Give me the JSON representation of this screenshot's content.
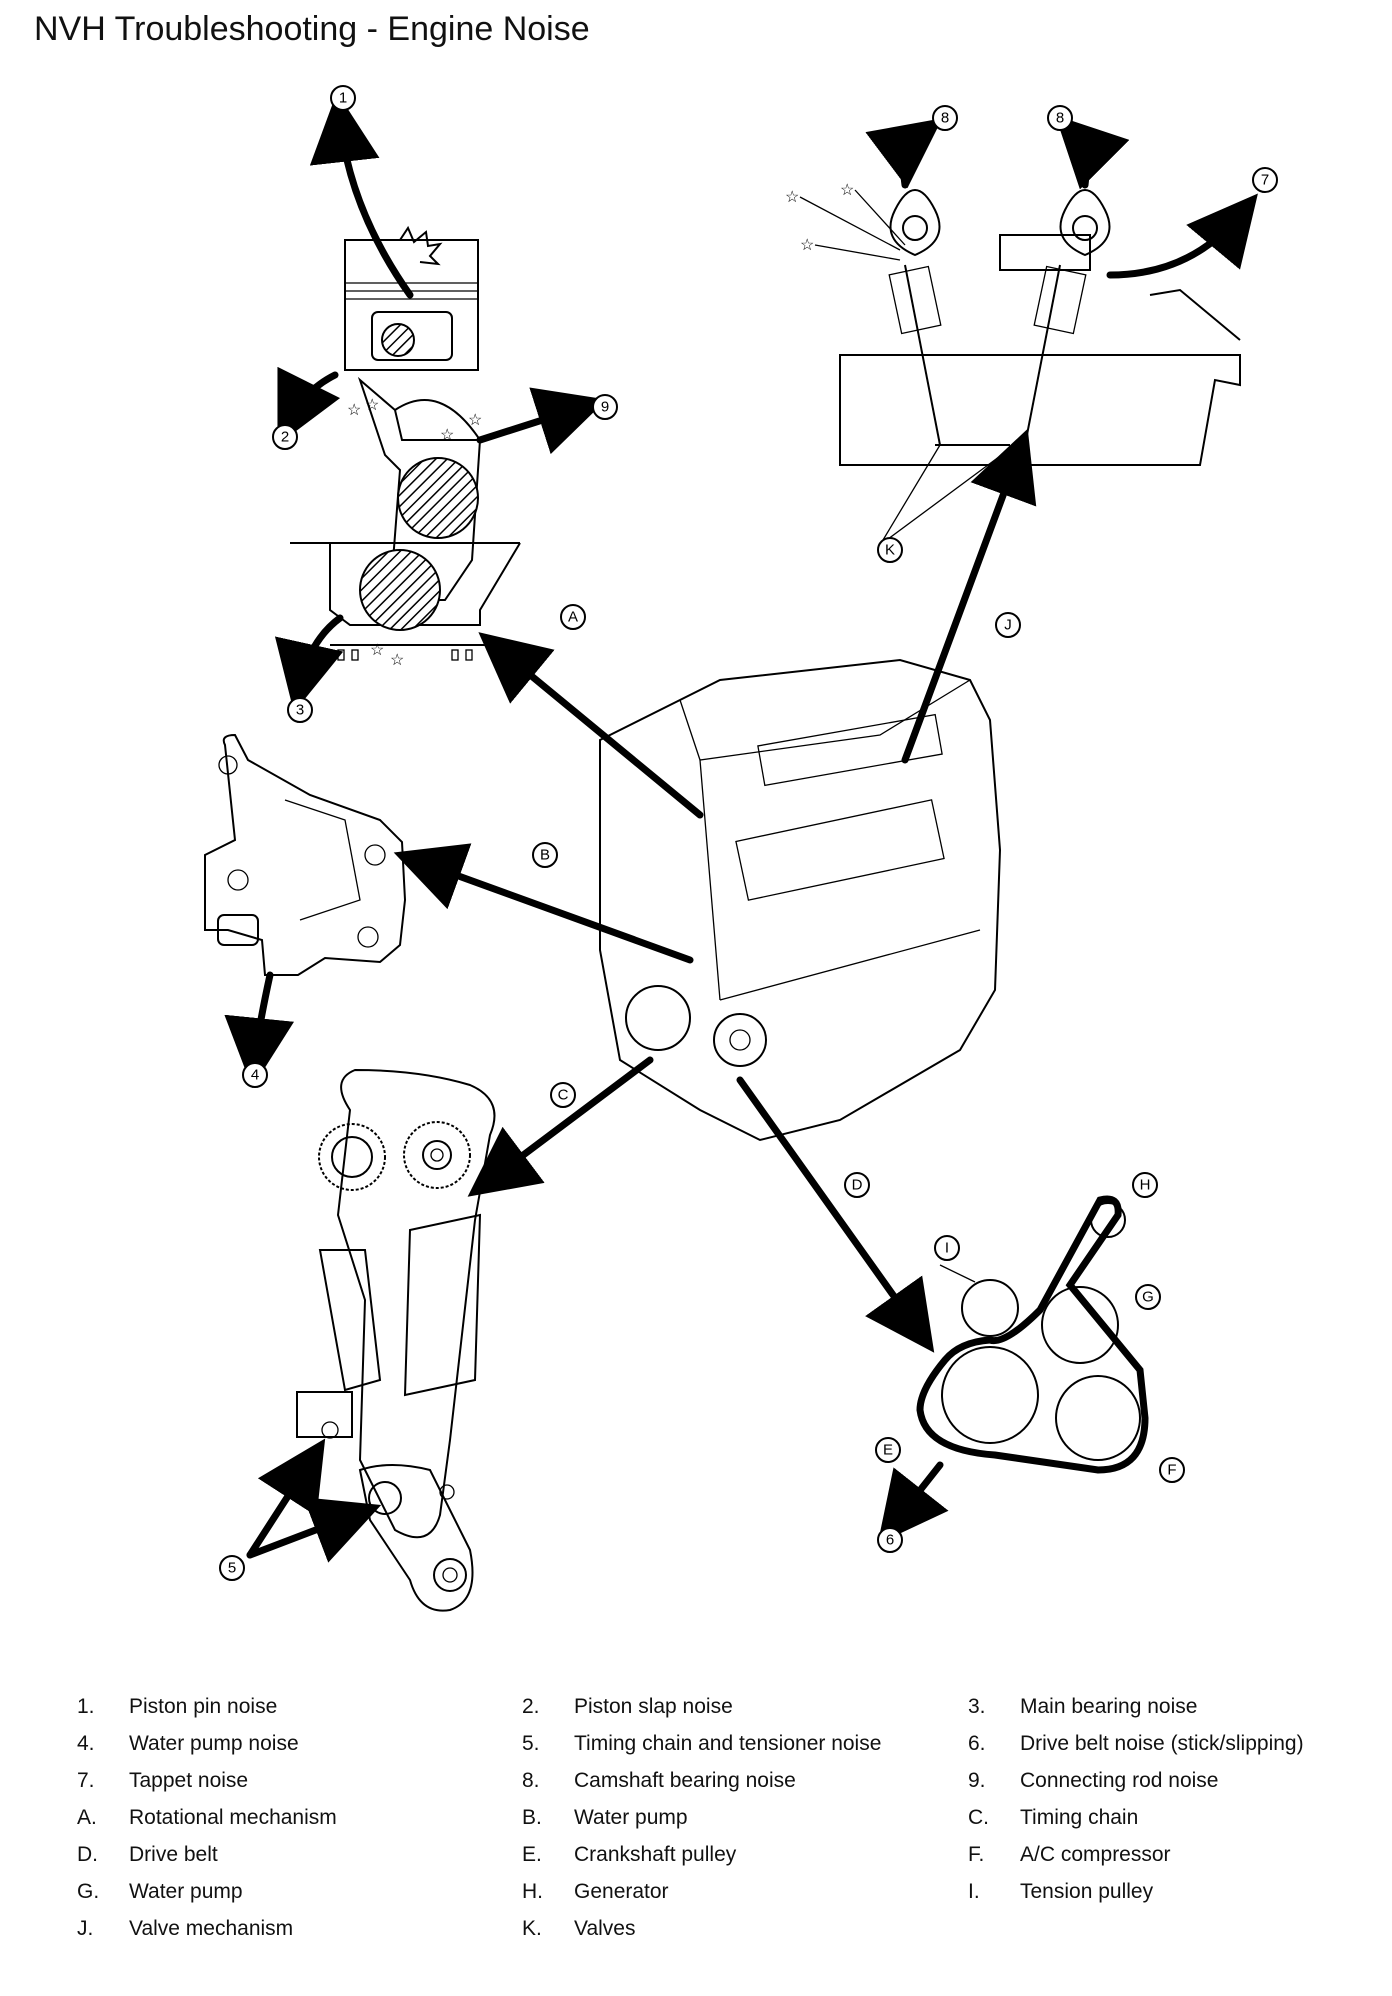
{
  "title": "NVH Troubleshooting - Engine Noise",
  "callouts": {
    "c1": "1",
    "c2": "2",
    "c3": "3",
    "c4": "4",
    "c5": "5",
    "c6": "6",
    "c7": "7",
    "c8a": "8",
    "c8b": "8",
    "c9": "9",
    "cA": "A",
    "cB": "B",
    "cC": "C",
    "cD": "D",
    "cE": "E",
    "cF": "F",
    "cG": "G",
    "cH": "H",
    "cI": "I",
    "cJ": "J",
    "cK": "K"
  },
  "legend": [
    {
      "key": "1.",
      "label": "Piston pin noise"
    },
    {
      "key": "2.",
      "label": "Piston slap noise"
    },
    {
      "key": "3.",
      "label": "Main bearing noise"
    },
    {
      "key": "4.",
      "label": "Water pump noise"
    },
    {
      "key": "5.",
      "label": "Timing chain and tensioner noise"
    },
    {
      "key": "6.",
      "label": "Drive belt noise (stick/slipping)"
    },
    {
      "key": "7.",
      "label": "Tappet noise"
    },
    {
      "key": "8.",
      "label": "Camshaft bearing noise"
    },
    {
      "key": "9.",
      "label": "Connecting rod noise"
    },
    {
      "key": "A.",
      "label": "Rotational mechanism"
    },
    {
      "key": "B.",
      "label": "Water pump"
    },
    {
      "key": "C.",
      "label": "Timing chain"
    },
    {
      "key": "D.",
      "label": "Drive belt"
    },
    {
      "key": "E.",
      "label": "Crankshaft pulley"
    },
    {
      "key": "F.",
      "label": "A/C compressor"
    },
    {
      "key": "G.",
      "label": "Water pump"
    },
    {
      "key": "H.",
      "label": "Generator"
    },
    {
      "key": "I.",
      "label": "Tension pulley"
    },
    {
      "key": "J.",
      "label": "Valve mechanism"
    },
    {
      "key": "K.",
      "label": "Valves"
    }
  ]
}
